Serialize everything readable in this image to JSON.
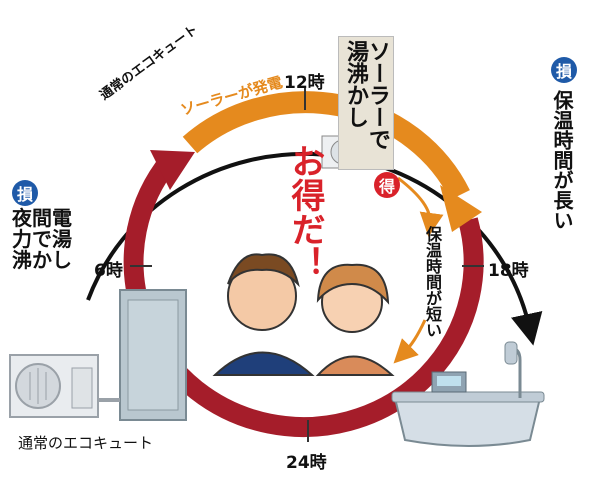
{
  "labels": {
    "outer_arc": "通常のエコキュート",
    "solar_arc": "ソーラーが発電",
    "solar_box": "ソーラーで湯沸かし",
    "loss": "損",
    "gain": "得",
    "right_side": "保温時間が長い",
    "left_side": "夜間電力で湯沸かし",
    "short_keep": "保温時間が短い",
    "center": "お得だ！",
    "bottom_left": "通常のエコキュート"
  },
  "hours": {
    "h12": "12時",
    "h18": "18時",
    "h24": "24時",
    "h6": "6時"
  },
  "colors": {
    "red_ring": "#a51d2a",
    "orange_ring": "#e58a1e",
    "black_ring": "#111111",
    "loss_badge": "#1f5aa8",
    "gain_badge": "#d9222a",
    "solar_box_bg": "#e8e3d6"
  }
}
